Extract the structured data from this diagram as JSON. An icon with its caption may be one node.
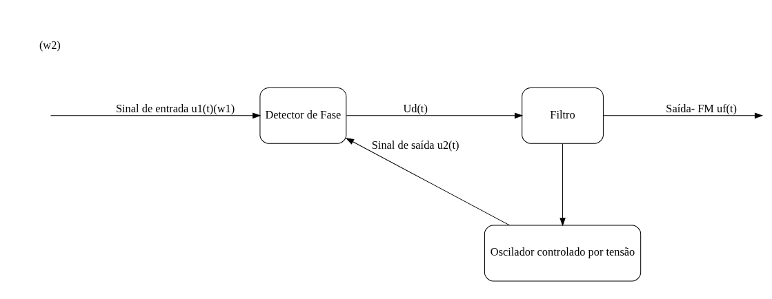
{
  "diagram": {
    "nodes": [
      {
        "text": [
          "Detector de Fase"
        ]
      },
      {
        "text": [
          "Filtro"
        ]
      },
      {
        "text": [
          "Oscilador controlado por tensão"
        ]
      }
    ],
    "edges": [
      {
        "from": null,
        "to": 0,
        "arrow": "to",
        "label": "Sinal de entrada u1(t)(w1)"
      },
      {
        "from": 0,
        "to": 1,
        "arrow": "to",
        "label": "Ud(t)"
      },
      {
        "from": 1,
        "to": null,
        "arrow": "to",
        "label": "Saída- FM uf(t)"
      },
      {
        "from": 1,
        "to": 2,
        "arrow": "to"
      },
      {
        "from": 2,
        "to": 0,
        "arrow": "to",
        "label": "Sinal de saída u2(t)"
      }
    ],
    "labels": [
      "(w2)"
    ]
  }
}
